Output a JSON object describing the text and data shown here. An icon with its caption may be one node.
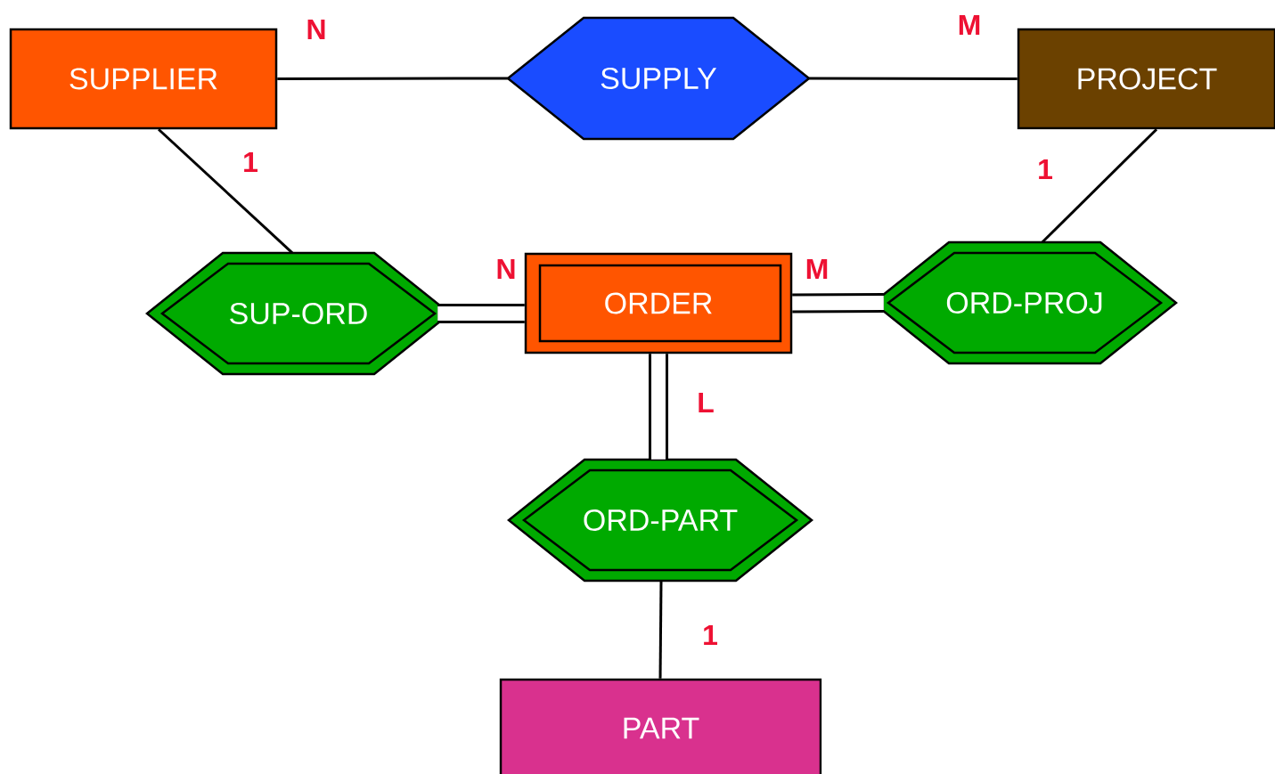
{
  "diagram": {
    "nodes": [
      {
        "text": [
          "SUPPLIER"
        ]
      },
      {
        "text": [
          "SUPPLY"
        ]
      },
      {
        "text": [
          "PROJECT"
        ]
      },
      {
        "text": [
          "SUP-ORD"
        ]
      },
      {
        "text": [
          "ORDER"
        ]
      },
      {
        "text": [
          "ORD-PROJ"
        ]
      },
      {
        "text": [
          "ORD-PART"
        ]
      },
      {
        "text": [
          "PART"
        ]
      }
    ],
    "edges": [
      {
        "from": 0,
        "to": 1,
        "arrow": "none",
        "label": "N"
      },
      {
        "from": 1,
        "to": 2,
        "arrow": "none",
        "label": "M"
      },
      {
        "from": 0,
        "to": 3,
        "arrow": "none",
        "label": "1"
      },
      {
        "from": 2,
        "to": 5,
        "arrow": "none",
        "label": "1"
      },
      {
        "from": 3,
        "to": 4,
        "arrow": "none",
        "label": "N",
        "style": "thick"
      },
      {
        "from": 4,
        "to": 5,
        "arrow": "none",
        "label": "M",
        "style": "thick"
      },
      {
        "from": 4,
        "to": 6,
        "arrow": "none",
        "label": "L",
        "style": "thick"
      },
      {
        "from": 6,
        "to": 7,
        "arrow": "none",
        "label": "1"
      }
    ]
  }
}
